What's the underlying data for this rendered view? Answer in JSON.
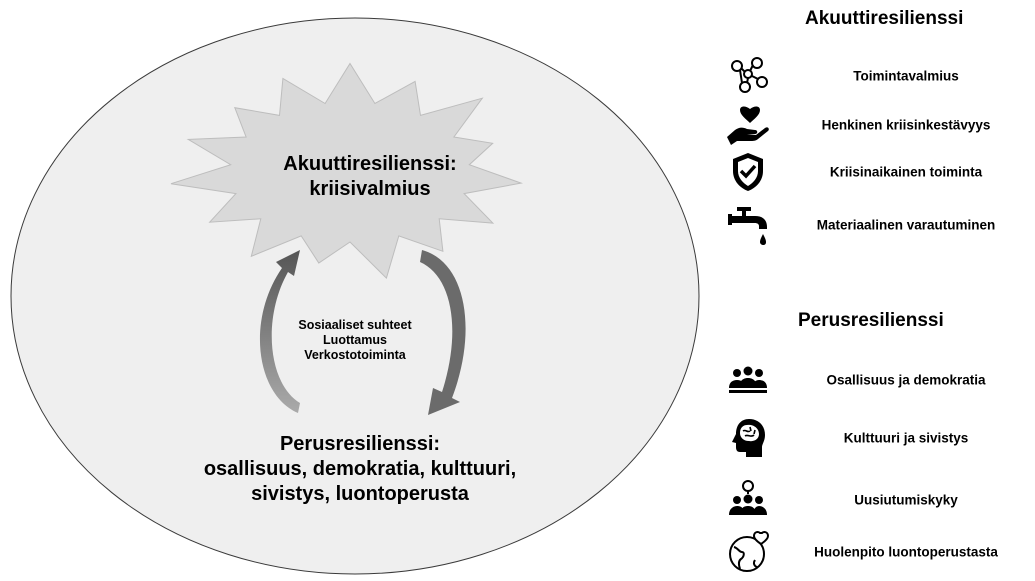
{
  "diagram": {
    "acute_title": [
      "Akuuttiresilienssi:",
      "kriisivalmius"
    ],
    "center_text": [
      "Sosiaaliset suhteet",
      "Luottamus",
      "Verkostotoiminta"
    ],
    "base_title": [
      "Perusresilienssi:",
      "osallisuus, demokratia, kulttuuri,",
      "sivistys, luontoperusta"
    ]
  },
  "legend": {
    "acute_heading": "Akuuttiresilienssi",
    "acute_items": [
      {
        "icon": "network-icon",
        "label": "Toimintavalmius"
      },
      {
        "icon": "heart-hand-icon",
        "label": "Henkinen kriisinkestävyys"
      },
      {
        "icon": "shield-check-icon",
        "label": "Kriisinaikainen toiminta"
      },
      {
        "icon": "faucet-icon",
        "label": "Materiaalinen varautuminen"
      }
    ],
    "base_heading": "Perusresilienssi",
    "base_items": [
      {
        "icon": "people-group-icon",
        "label": "Osallisuus ja demokratia"
      },
      {
        "icon": "head-brain-icon",
        "label": "Kulttuuri ja sivistys"
      },
      {
        "icon": "idea-people-icon",
        "label": "Uusiutumiskyky"
      },
      {
        "icon": "earth-heart-icon",
        "label": "Huolenpito luontoperustasta"
      }
    ]
  },
  "colors": {
    "ellipse_fill": "#efefef",
    "burst_fill": "#d9d9d9",
    "arrow": "#6b6b6b"
  }
}
